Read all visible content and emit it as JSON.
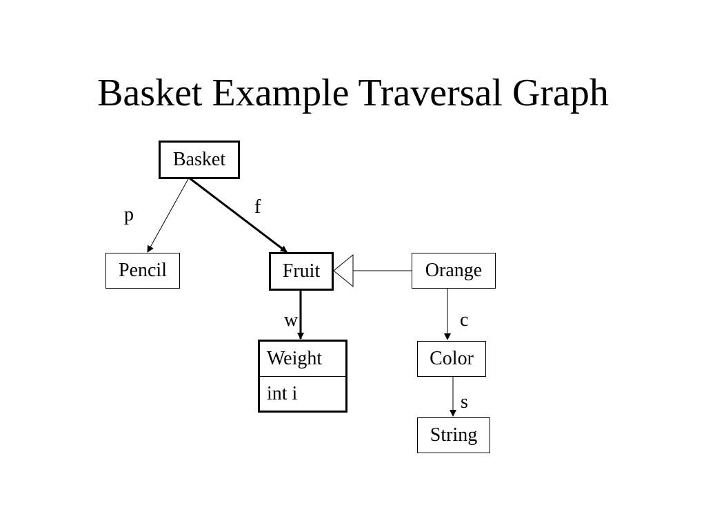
{
  "title": "Basket Example Traversal Graph",
  "nodes": {
    "basket": "Basket",
    "pencil": "Pencil",
    "fruit": "Fruit",
    "orange": "Orange",
    "weight": "Weight",
    "weight_field": "int i",
    "color": "Color",
    "string": "String"
  },
  "edges": {
    "p": "p",
    "f": "f",
    "w": "w",
    "c": "c",
    "s": "s"
  }
}
